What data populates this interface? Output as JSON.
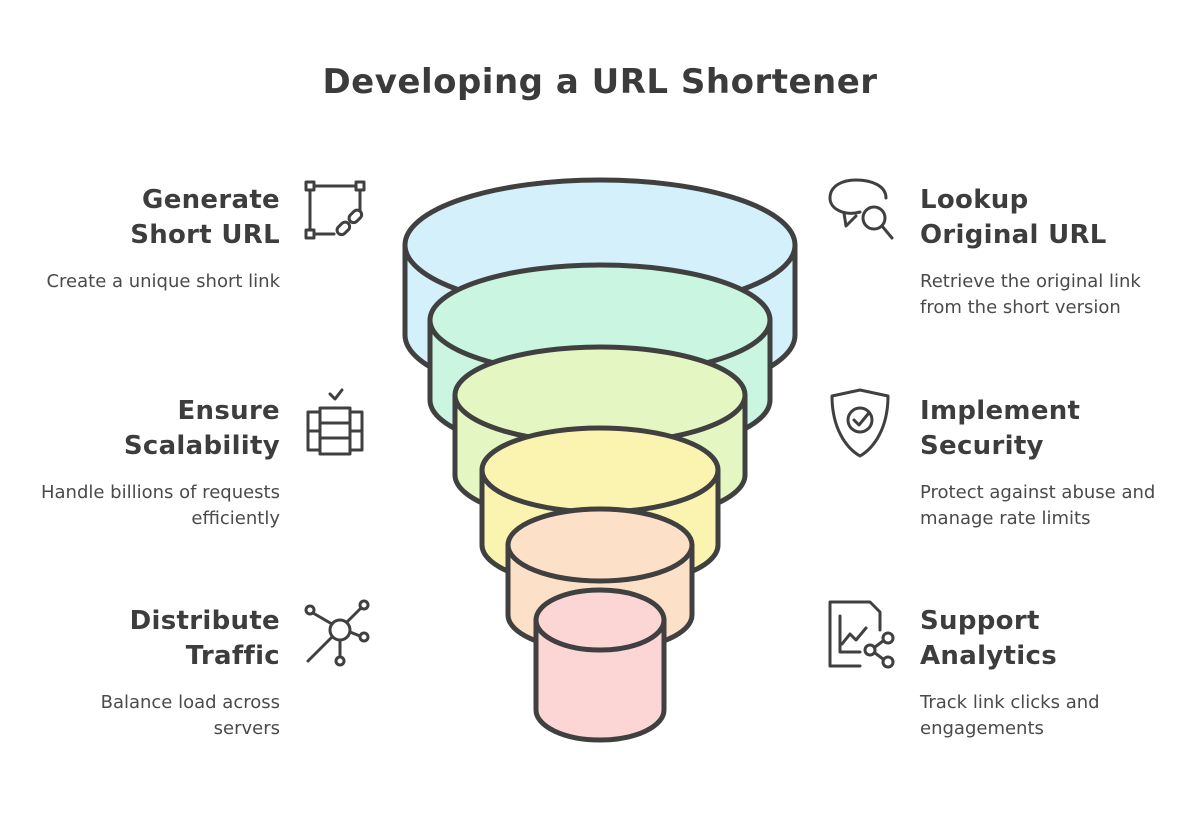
{
  "title": "Developing a URL Shortener",
  "left": [
    {
      "title": "Generate Short URL",
      "desc": "Create a unique short link",
      "icon": "link-frame-icon"
    },
    {
      "title": "Ensure Scalability",
      "desc": "Handle billions of requests efficiently",
      "icon": "database-stack-icon"
    },
    {
      "title": "Distribute Traffic",
      "desc": "Balance load across servers",
      "icon": "network-hub-icon"
    }
  ],
  "right": [
    {
      "title": "Lookup Original URL",
      "desc": "Retrieve the original link from the short version",
      "icon": "chat-search-icon"
    },
    {
      "title": "Implement Security",
      "desc": "Protect against abuse and manage rate limits",
      "icon": "shield-check-icon"
    },
    {
      "title": "Support Analytics",
      "desc": "Track link clicks and engagements",
      "icon": "analytics-share-icon"
    }
  ],
  "funnel_colors": [
    "#d4f0fb",
    "#c9f5e1",
    "#e4f7c2",
    "#fbf4b0",
    "#fde0c8",
    "#fcd5d5"
  ],
  "stroke_color": "#404040"
}
